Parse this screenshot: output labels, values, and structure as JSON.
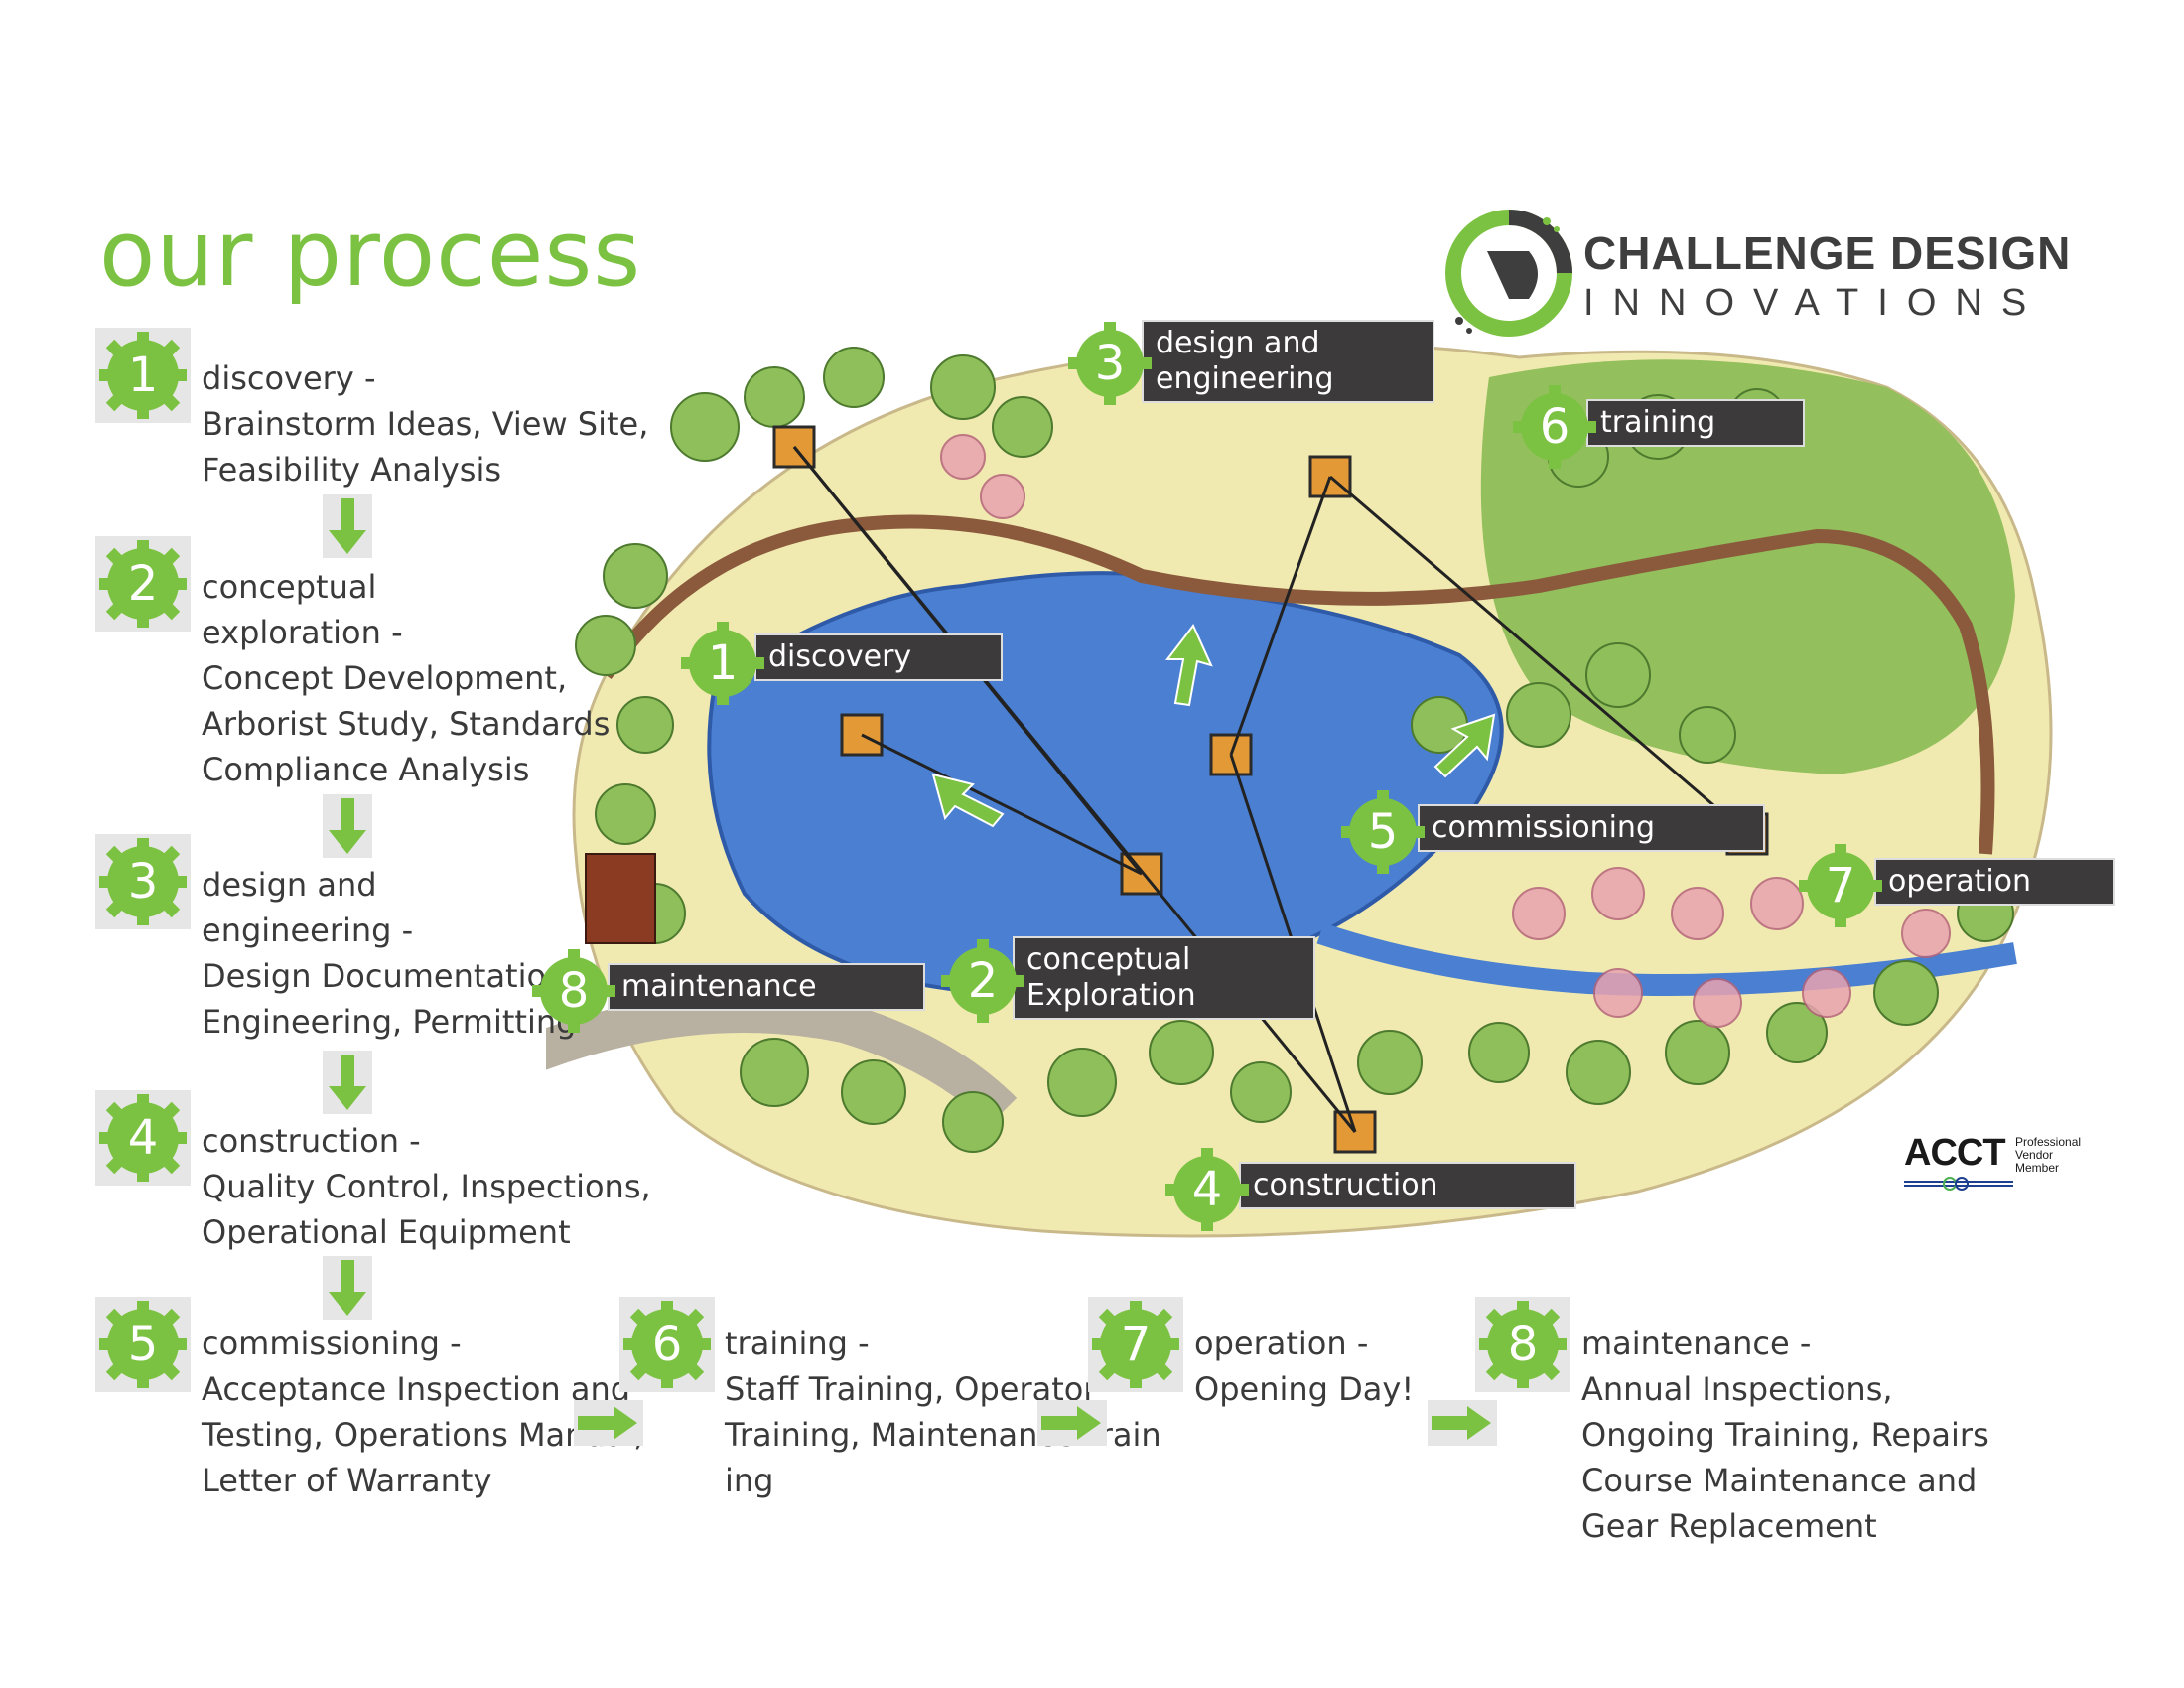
{
  "title": "our process",
  "logo": {
    "line1": "CHALLENGE DESIGN",
    "line2": "INNOVATIONS"
  },
  "steps": [
    {
      "number": "1",
      "heading": "discovery -",
      "lines": [
        "Brainstorm Ideas, View Site,",
        "Feasibility Analysis"
      ]
    },
    {
      "number": "2",
      "heading": "conceptual",
      "lines": [
        "exploration -",
        "Concept Development,",
        "Arborist Study, Standards",
        "Compliance Analysis"
      ]
    },
    {
      "number": "3",
      "heading": "design and",
      "lines": [
        "engineering -",
        "Design Documentation,",
        "Engineering, Permitting"
      ]
    },
    {
      "number": "4",
      "heading": "construction -",
      "lines": [
        "Quality Control, Inspections,",
        "Operational Equipment"
      ]
    },
    {
      "number": "5",
      "heading": "commissioning -",
      "lines": [
        "Acceptance Inspection and",
        "Testing, Operations Manual,",
        "Letter of Warranty"
      ]
    },
    {
      "number": "6",
      "heading": "training -",
      "lines": [
        "Staff Training, Operator",
        "Training, Maintenance Train",
        "ing"
      ]
    },
    {
      "number": "7",
      "heading": "operation -",
      "lines": [
        "Opening Day!"
      ]
    },
    {
      "number": "8",
      "heading": "maintenance -",
      "lines": [
        "Annual Inspections,",
        "Ongoing Training, Repairs",
        "Course Maintenance and",
        "Gear Replacement"
      ]
    }
  ],
  "map_labels": [
    {
      "number": "1",
      "label": "discovery"
    },
    {
      "number": "2",
      "label": "conceptual\nExploration"
    },
    {
      "number": "3",
      "label": "design and\nengineering"
    },
    {
      "number": "4",
      "label": "construction"
    },
    {
      "number": "5",
      "label": "commissioning"
    },
    {
      "number": "6",
      "label": "training"
    },
    {
      "number": "7",
      "label": "operation"
    },
    {
      "number": "8",
      "label": "maintenance"
    }
  ],
  "badge": {
    "main": "ACCT",
    "side": [
      "Professional",
      "Vendor",
      "Member"
    ]
  },
  "colors": {
    "accent_green": "#7cc242",
    "label_bg": "#3d3a3b",
    "water": "#4a7fd1",
    "lawn": "#f1eab0",
    "tree": "#8fbf5a"
  }
}
